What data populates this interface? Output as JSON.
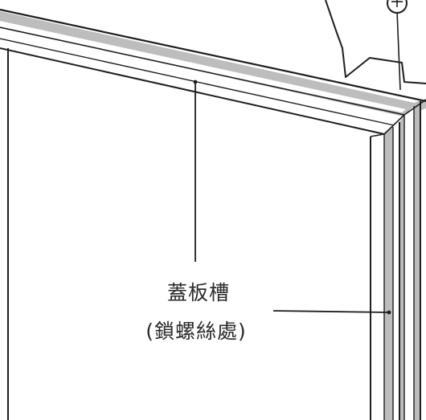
{
  "callout": {
    "line1": "蓋板槽",
    "line2": "(鎖螺絲處)"
  },
  "colors": {
    "stroke": "#1e1e1e",
    "channel_gray": "#bdbdbd",
    "highlight": "#ffffff",
    "background": "#ffffff"
  },
  "icons": [
    "screw-icon",
    "starburst-shape"
  ]
}
